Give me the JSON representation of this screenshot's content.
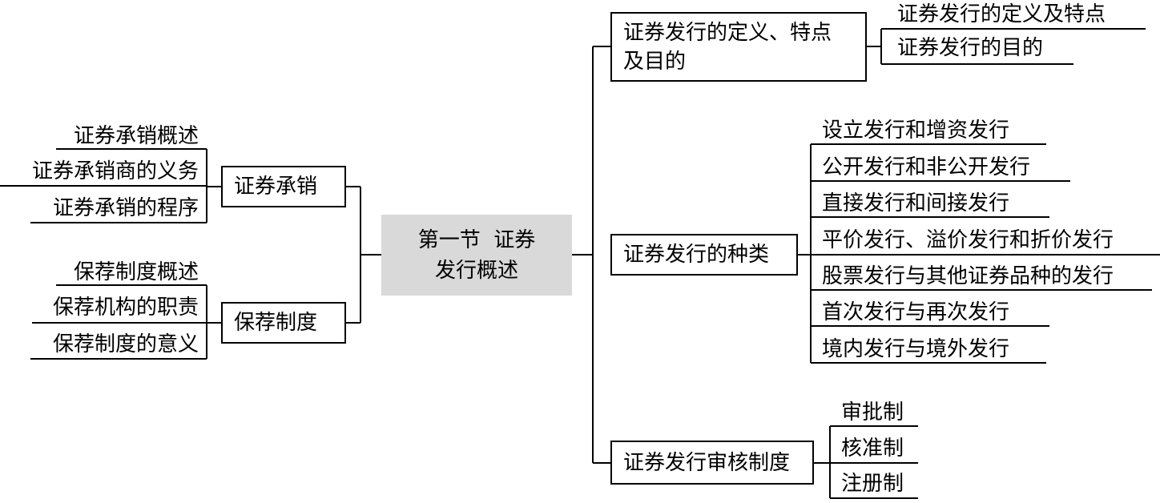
{
  "center": {
    "line1": "第一节  证券",
    "line2": "发行概述"
  },
  "left": [
    {
      "label": "证券承销",
      "items": [
        "证券承销概述",
        "证券承销商的义务",
        "证券承销的程序"
      ]
    },
    {
      "label": "保荐制度",
      "items": [
        "保荐制度概述",
        "保荐机构的职责",
        "保荐制度的意义"
      ]
    }
  ],
  "right": [
    {
      "label_line1": "证券发行的定义、特点",
      "label_line2": "及目的",
      "items": [
        "证券发行的定义及特点",
        "证券发行的目的"
      ]
    },
    {
      "label": "证券发行的种类",
      "items": [
        "设立发行和增资发行",
        "公开发行和非公开发行",
        "直接发行和间接发行",
        "平价发行、溢价发行和折价发行",
        "股票发行与其他证券品种的发行",
        "首次发行与再次发行",
        "境内发行与境外发行"
      ]
    },
    {
      "label": "证券发行审核制度",
      "items": [
        "审批制",
        "核准制",
        "注册制"
      ]
    }
  ]
}
